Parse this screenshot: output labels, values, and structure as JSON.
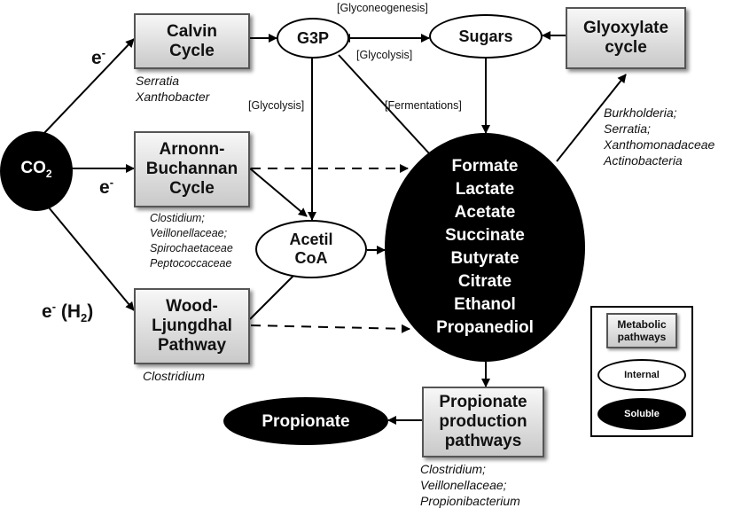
{
  "boxes": {
    "calvin": "Calvin\nCycle",
    "arnonn": "Arnonn-\nBuchannan\nCycle",
    "wood": "Wood-\nLjungdhal\nPathway",
    "glyoxylate": "Glyoxylate\ncycle",
    "propionate_prod": "Propionate\nproduction\npathways"
  },
  "nodes": {
    "co2": "CO",
    "co2_sub": "2",
    "g3p": "G3P",
    "sugars": "Sugars",
    "acetil": "Acetil\nCoA",
    "propionate": "Propionate",
    "soluble_products": [
      "Formate",
      "Lactate",
      "Acetate",
      "Succinate",
      "Butyrate",
      "Citrate",
      "Ethanol",
      "Propanediol"
    ]
  },
  "electrons": {
    "e1": "e",
    "e1_sup": "-",
    "e2": "e",
    "e2_sup": "-",
    "e3": "e",
    "e3_sup": "-",
    "e3_tail_open": " (H",
    "e3_sub": "2",
    "e3_tail_close": ")"
  },
  "labels": {
    "glyconeogenesis": "[Glyconeogenesis]",
    "glycolysis_top": "[Glycolysis]",
    "glycolysis_left": "[Glycolysis]",
    "fermentations": "[Fermentations]"
  },
  "organisms": {
    "calvin": [
      "Serratia",
      "Xanthobacter"
    ],
    "arnonn": [
      "Clostidium;",
      "Veillonellaceae;",
      "Spirochaetaceae",
      "Peptococcaceae"
    ],
    "wood": [
      "Clostridium"
    ],
    "glyoxylate": [
      "Burkholderia;",
      "Serratia;",
      "Xanthomonadaceae",
      "Actinobacteria"
    ],
    "propionate": [
      "Clostridium;",
      "Veillonellaceae;",
      "Propionibacterium"
    ]
  },
  "legend": {
    "title": "Metabolic\npathways",
    "internal": "Internal",
    "soluble": "Soluble"
  },
  "colors": {
    "box_top": "#f7f7f7",
    "box_bottom": "#c9c9c9",
    "black": "#000000",
    "white": "#ffffff"
  }
}
